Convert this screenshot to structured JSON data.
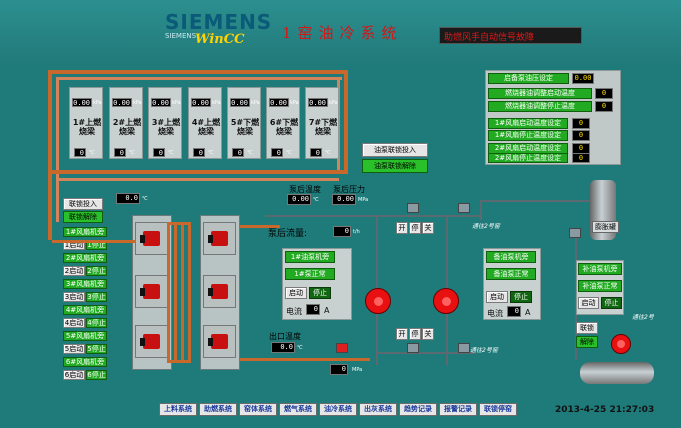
{
  "header": {
    "brand": "SIEMENS",
    "brand_small": "SIEMENS",
    "product": "WinCC",
    "title": "1窑油冷系统",
    "alarm_text": "助燃风手自动信号故障"
  },
  "burners": [
    {
      "label": "1#上燃烧梁",
      "temp": "0.00",
      "unit": "℃",
      "val": "0",
      "unit2": "kPa"
    },
    {
      "label": "2#上燃烧梁",
      "temp": "0.00",
      "unit": "℃",
      "val": "0",
      "unit2": "kPa"
    },
    {
      "label": "3#上燃烧梁",
      "temp": "0.00",
      "unit": "℃",
      "val": "0",
      "unit2": "kPa"
    },
    {
      "label": "4#上燃烧梁",
      "temp": "0.00",
      "unit": "℃",
      "val": "0",
      "unit2": "kPa"
    },
    {
      "label": "5#下燃烧梁",
      "temp": "0.00",
      "unit": "℃",
      "val": "0",
      "unit2": "kPa"
    },
    {
      "label": "6#下燃烧梁",
      "temp": "0.00",
      "unit": "℃",
      "val": "0",
      "unit2": "kPa"
    },
    {
      "label": "7#下燃烧梁",
      "temp": "0.00",
      "unit": "℃",
      "val": "0",
      "unit2": "kPa"
    }
  ],
  "right_panel": {
    "rows": [
      {
        "label": "启备泵油压设定",
        "value": "0.00"
      },
      {
        "label": "燃烧器油调整启动温度",
        "value": "0"
      },
      {
        "label": "燃烧器油调整停止温度",
        "value": "0"
      },
      {
        "label": "1#风扇启动温度设定",
        "value": "0"
      },
      {
        "label": "1#风扇停止温度设定",
        "value": "0"
      },
      {
        "label": "2#风扇启动温度设定",
        "value": "0"
      },
      {
        "label": "2#风扇停止温度设定",
        "value": "0"
      }
    ]
  },
  "interlock": {
    "oil_pump_on": "油泵联锁投入",
    "oil_pump_off": "油泵联锁解除",
    "fan_on": "联锁投入",
    "fan_off": "联锁解除",
    "temp_in": "0.0",
    "temp_unit": "℃"
  },
  "fans": [
    {
      "name": "1#风扇机旁",
      "state": "1启动",
      "stop": "1停止"
    },
    {
      "name": "2#风扇机旁",
      "state": "2启动",
      "stop": "2停止"
    },
    {
      "name": "3#风扇机旁",
      "state": "3启动",
      "stop": "3停止"
    },
    {
      "name": "4#风扇机旁",
      "state": "4启动",
      "stop": "4停止"
    },
    {
      "name": "5#风扇机旁",
      "state": "5启动",
      "stop": "5停止"
    },
    {
      "name": "6#风扇机旁",
      "state": "6启动",
      "stop": "6停止"
    }
  ],
  "pump_area": {
    "post_pump_temp_label": "泵后温度",
    "post_pump_pressure_label": "泵后压力",
    "post_pump_temp": "0.00",
    "post_pump_pressure": "0.00",
    "temp_unit": "℃",
    "pressure_unit": "MPa",
    "flow_label": "泵后流量:",
    "flow_value": "0",
    "flow_unit": "t/h",
    "outlet_temp_label": "出口温度",
    "outlet_temp": "0.0",
    "outlet_unit": "℃",
    "bottom_value": "0",
    "bottom_unit": "MPa",
    "valve_open": "开",
    "valve_stop": "停",
    "valve_close": "关",
    "to_kiln2_a": "通往2号窑",
    "to_kiln2_b": "通往2号窑",
    "to_kiln2_c": "通往2号"
  },
  "pump1": {
    "local": "1#油泵机旁",
    "normal": "1#泵正常",
    "start": "启动",
    "stop": "停止",
    "current_label": "电流",
    "current": "0",
    "current_unit": "A"
  },
  "pump_backup": {
    "local": "备油泵机旁",
    "normal": "备油泵正常",
    "start": "启动",
    "stop": "停止",
    "current_label": "电流",
    "current": "0",
    "current_unit": "A"
  },
  "refill_pump": {
    "local": "补油泵机旁",
    "normal": "补油泵正常",
    "start": "启动",
    "stop": "停止",
    "interlock": "联锁",
    "release": "解除"
  },
  "tank_label": "膨胀罐",
  "nav": [
    "上料系统",
    "助燃系统",
    "窑体系统",
    "燃气系统",
    "油冷系统",
    "出灰系统",
    "趋势记录",
    "报警记录",
    "联锁停窑"
  ],
  "clock": "2013-4-25 21:27:03"
}
